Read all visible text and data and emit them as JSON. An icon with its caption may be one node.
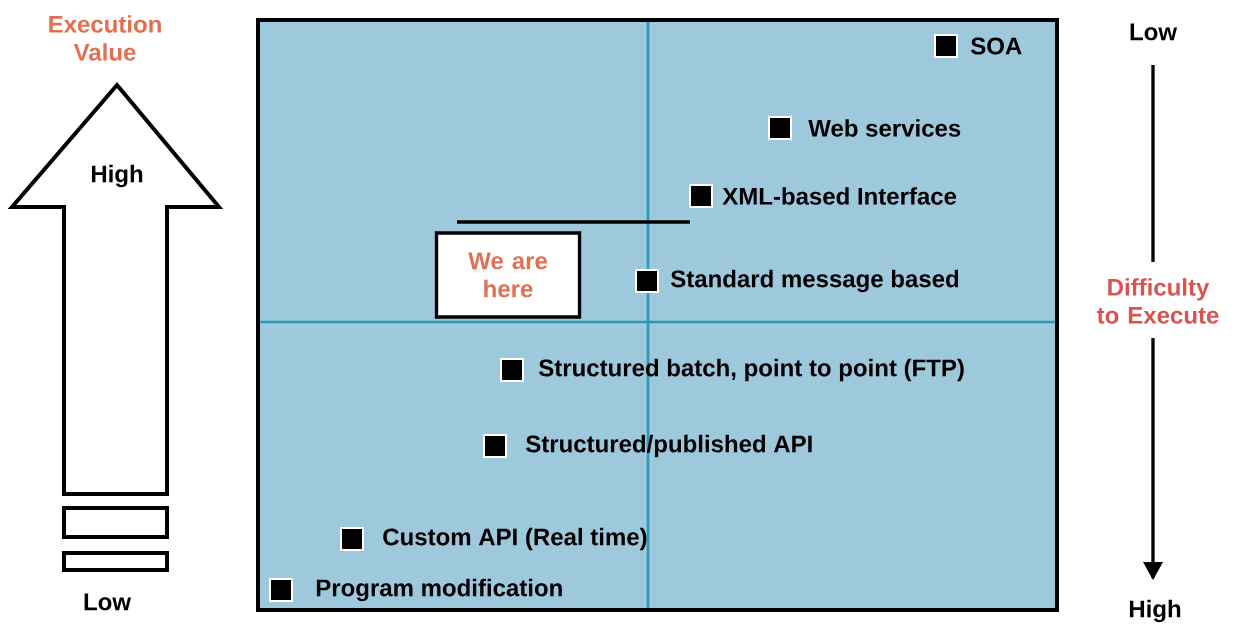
{
  "diagram": {
    "nodes": [
      {
        "text": [],
        "shape": "box"
      },
      {
        "text": [
          "SOA"
        ],
        "in": 0
      },
      {
        "text": [
          "Web services"
        ],
        "in": 0
      },
      {
        "text": [
          "XML-based Interface"
        ],
        "in": 0
      },
      {
        "text": [
          "Standard message based"
        ],
        "in": 0
      },
      {
        "text": [
          "Structured batch, point to point (FTP)"
        ],
        "in": 0
      },
      {
        "text": [
          "Structured/published API"
        ],
        "in": 0
      },
      {
        "text": [
          "Custom API (Real time)"
        ],
        "in": 0
      },
      {
        "text": [
          "Program modification"
        ],
        "in": 0
      },
      {
        "text": [
          "We are here"
        ],
        "in": 0
      },
      {
        "text": [
          "Execution Value",
          "High"
        ]
      }
    ],
    "labels": [
      "Low",
      "Difficulty to Execute",
      "Low",
      "High"
    ]
  }
}
